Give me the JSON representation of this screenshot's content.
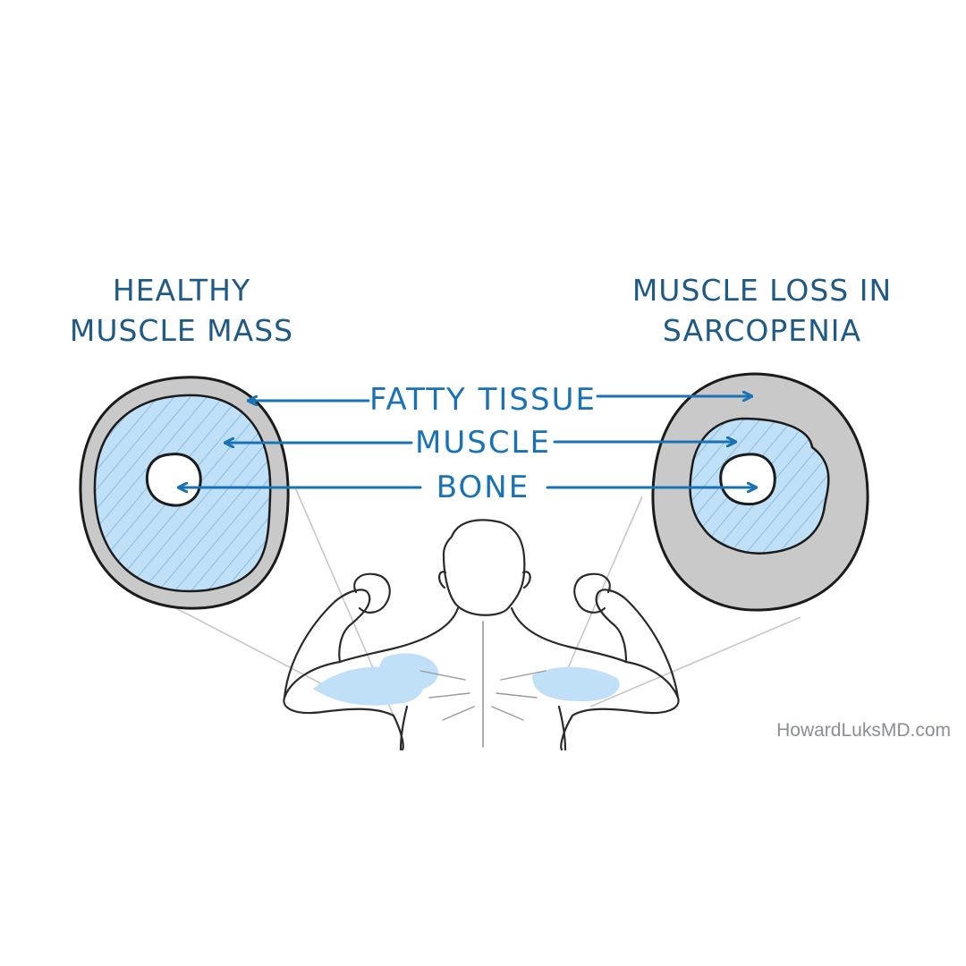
{
  "titles": {
    "left": [
      "HEALTHY",
      "MUSCLE MASS"
    ],
    "right": [
      "MUSCLE LOSS IN",
      "SARCOPENIA"
    ]
  },
  "labels": {
    "fatty": "FATTY TISSUE",
    "muscle": "MUSCLE",
    "bone": "BONE"
  },
  "watermark": "HowardLuksMD.com",
  "colors": {
    "label_blue": "#1a72b6",
    "title_blue": "#1f5a86",
    "fat_gray": "#c9c9c9",
    "muscle_blue": "#bfe0f7",
    "outline": "#1b1b1b",
    "guide_line": "#c7c7c7"
  }
}
